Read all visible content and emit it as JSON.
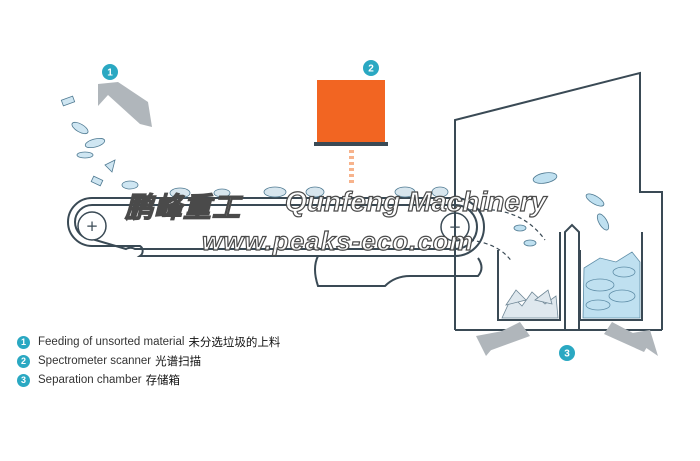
{
  "steps": [
    {
      "num": "1",
      "label_en": "Feeding of unsorted material",
      "label_zh": "未分选垃圾的上料"
    },
    {
      "num": "2",
      "label_en": "Spectrometer scanner",
      "label_zh": "光谱扫描"
    },
    {
      "num": "3",
      "label_en": "Separation chamber",
      "label_zh": "存储箱"
    }
  ],
  "watermark": {
    "cn": "鹏峰重工",
    "en": "Qunfeng Machinery",
    "url": "www.peaks-eco.com"
  },
  "colors": {
    "accent": "#2aa8c2",
    "scanner": "#f26522",
    "line": "#3a4a55",
    "arrow": "#b0b6bb"
  }
}
